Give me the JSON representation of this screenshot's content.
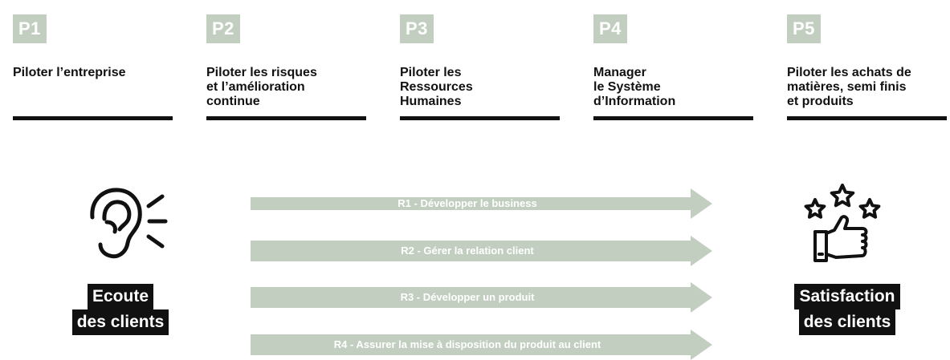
{
  "pillars": [
    {
      "badge": "P1",
      "title": "Piloter l’entreprise"
    },
    {
      "badge": "P2",
      "title": "Piloter les risques\net l’amélioration\ncontinue"
    },
    {
      "badge": "P3",
      "title": "Piloter les\nRessources\nHumaines"
    },
    {
      "badge": "P4",
      "title": "Manager\nle Système\nd’Information"
    },
    {
      "badge": "P5",
      "title": "Piloter les achats de\nmatières, semi finis\net produits"
    }
  ],
  "processes": [
    {
      "label": "R1 - Développer le business"
    },
    {
      "label": "R2 - Gérer la relation client"
    },
    {
      "label": "R3 - Développer un produit"
    },
    {
      "label": "R4 - Assurer la mise à disposition du produit au client"
    }
  ],
  "left": {
    "line1": "Ecoute",
    "line2": "des clients",
    "icon": "ear-listening-icon"
  },
  "right": {
    "line1": "Satisfaction",
    "line2": "des clients",
    "icon": "thumbs-up-stars-icon"
  },
  "colors": {
    "accent": "#c2cfc0",
    "text": "#111111",
    "bar": "#111111"
  }
}
